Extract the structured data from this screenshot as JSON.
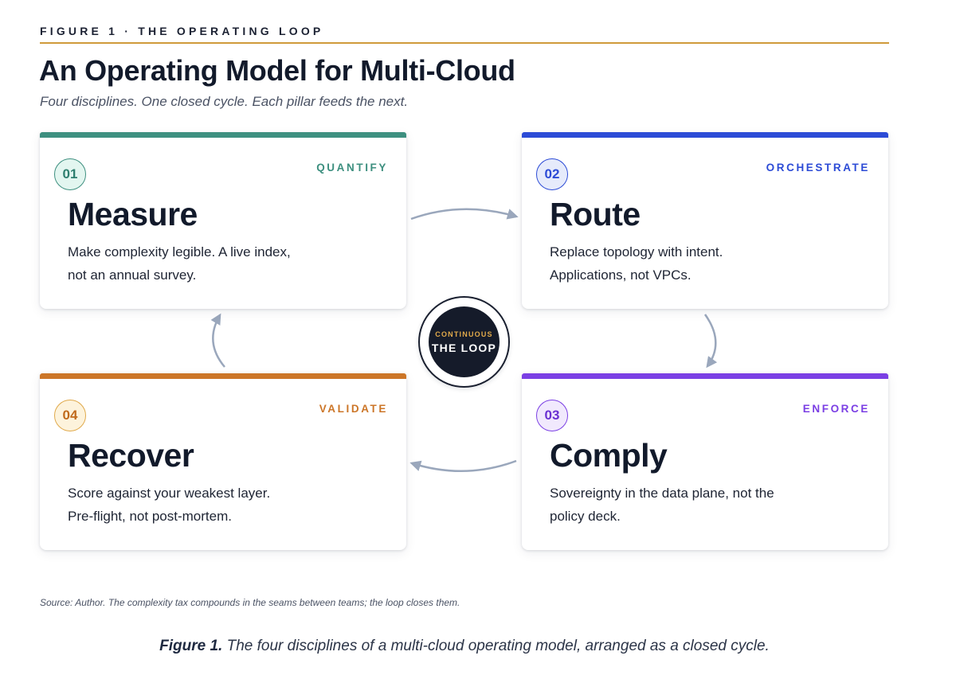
{
  "eyebrow": "FIGURE 1 · THE OPERATING LOOP",
  "title": "An Operating Model for Multi-Cloud",
  "subtitle": "Four disciplines. One closed cycle. Each pillar feeds the next.",
  "colors": {
    "rule": "#cf9a3a",
    "measure": "#3d8f7f",
    "route": "#2c4bd6",
    "comply": "#7b3fe4",
    "recover": "#cc7628",
    "arrow": "#9aa7bc",
    "hub": "#151b2a",
    "hub_accent": "#e0a94a"
  },
  "cards": [
    {
      "number": "01",
      "tag": "QUANTIFY",
      "heading": "Measure",
      "lines": [
        "Make complexity legible. A live index,",
        "not an annual survey."
      ]
    },
    {
      "number": "02",
      "tag": "ORCHESTRATE",
      "heading": "Route",
      "lines": [
        "Replace topology with intent.",
        "Applications, not VPCs."
      ]
    },
    {
      "number": "03",
      "tag": "ENFORCE",
      "heading": "Comply",
      "lines": [
        "Sovereignty in the data plane, not the",
        "policy deck."
      ]
    },
    {
      "number": "04",
      "tag": "VALIDATE",
      "heading": "Recover",
      "lines": [
        "Score against your weakest layer.",
        "Pre-flight, not post-mortem."
      ]
    }
  ],
  "hub": {
    "small": "CONTINUOUS",
    "big": "THE LOOP"
  },
  "source": "Source: Author. The complexity tax compounds in the seams between teams; the loop closes them.",
  "caption": {
    "label": "Figure 1.",
    "text": "The four disciplines of a multi-cloud operating model, arranged as a closed cycle."
  }
}
